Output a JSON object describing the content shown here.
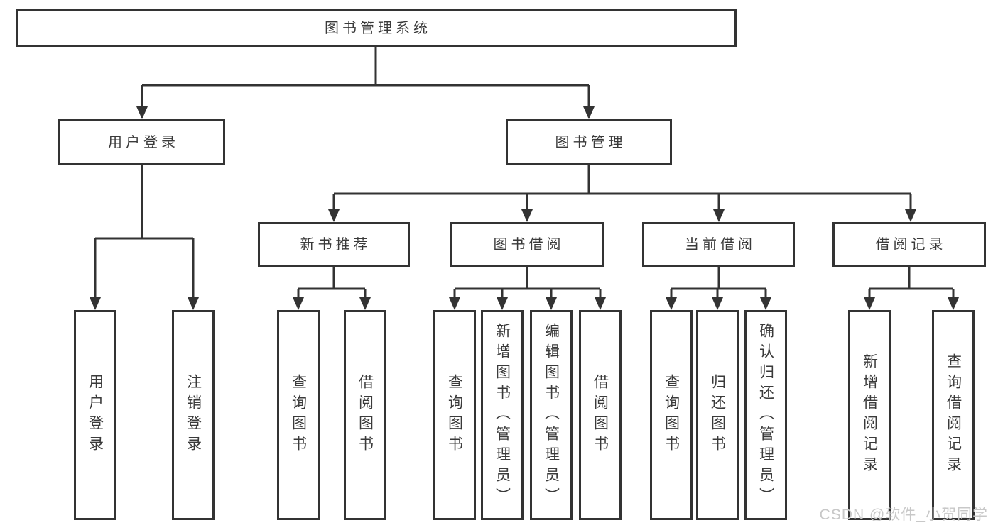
{
  "diagram_type": "hierarchy-tree",
  "tree": {
    "root": {
      "label": "图书管理系统",
      "children": [
        {
          "label": "用户登录",
          "children": [
            {
              "label": "用户登录"
            },
            {
              "label": "注销登录"
            }
          ]
        },
        {
          "label": "图书管理",
          "children": [
            {
              "label": "新书推荐",
              "children": [
                {
                  "label": "查询图书"
                },
                {
                  "label": "借阅图书"
                }
              ]
            },
            {
              "label": "图书借阅",
              "children": [
                {
                  "label": "查询图书"
                },
                {
                  "label": "新增图书（管理员）"
                },
                {
                  "label": "编辑图书（管理员）"
                },
                {
                  "label": "借阅图书"
                }
              ]
            },
            {
              "label": "当前借阅",
              "children": [
                {
                  "label": "查询图书"
                },
                {
                  "label": "归还图书"
                },
                {
                  "label": "确认归还（管理员）"
                }
              ]
            },
            {
              "label": "借阅记录",
              "children": [
                {
                  "label": "新增借阅记录"
                },
                {
                  "label": "查询借阅记录"
                }
              ]
            }
          ]
        }
      ]
    }
  },
  "watermark": {
    "text": "CSDN @软件_小贺同学"
  },
  "colors": {
    "line": "#333333",
    "text": "#3a3a3a",
    "watermark": "#c8c8c8",
    "background": "#ffffff"
  }
}
